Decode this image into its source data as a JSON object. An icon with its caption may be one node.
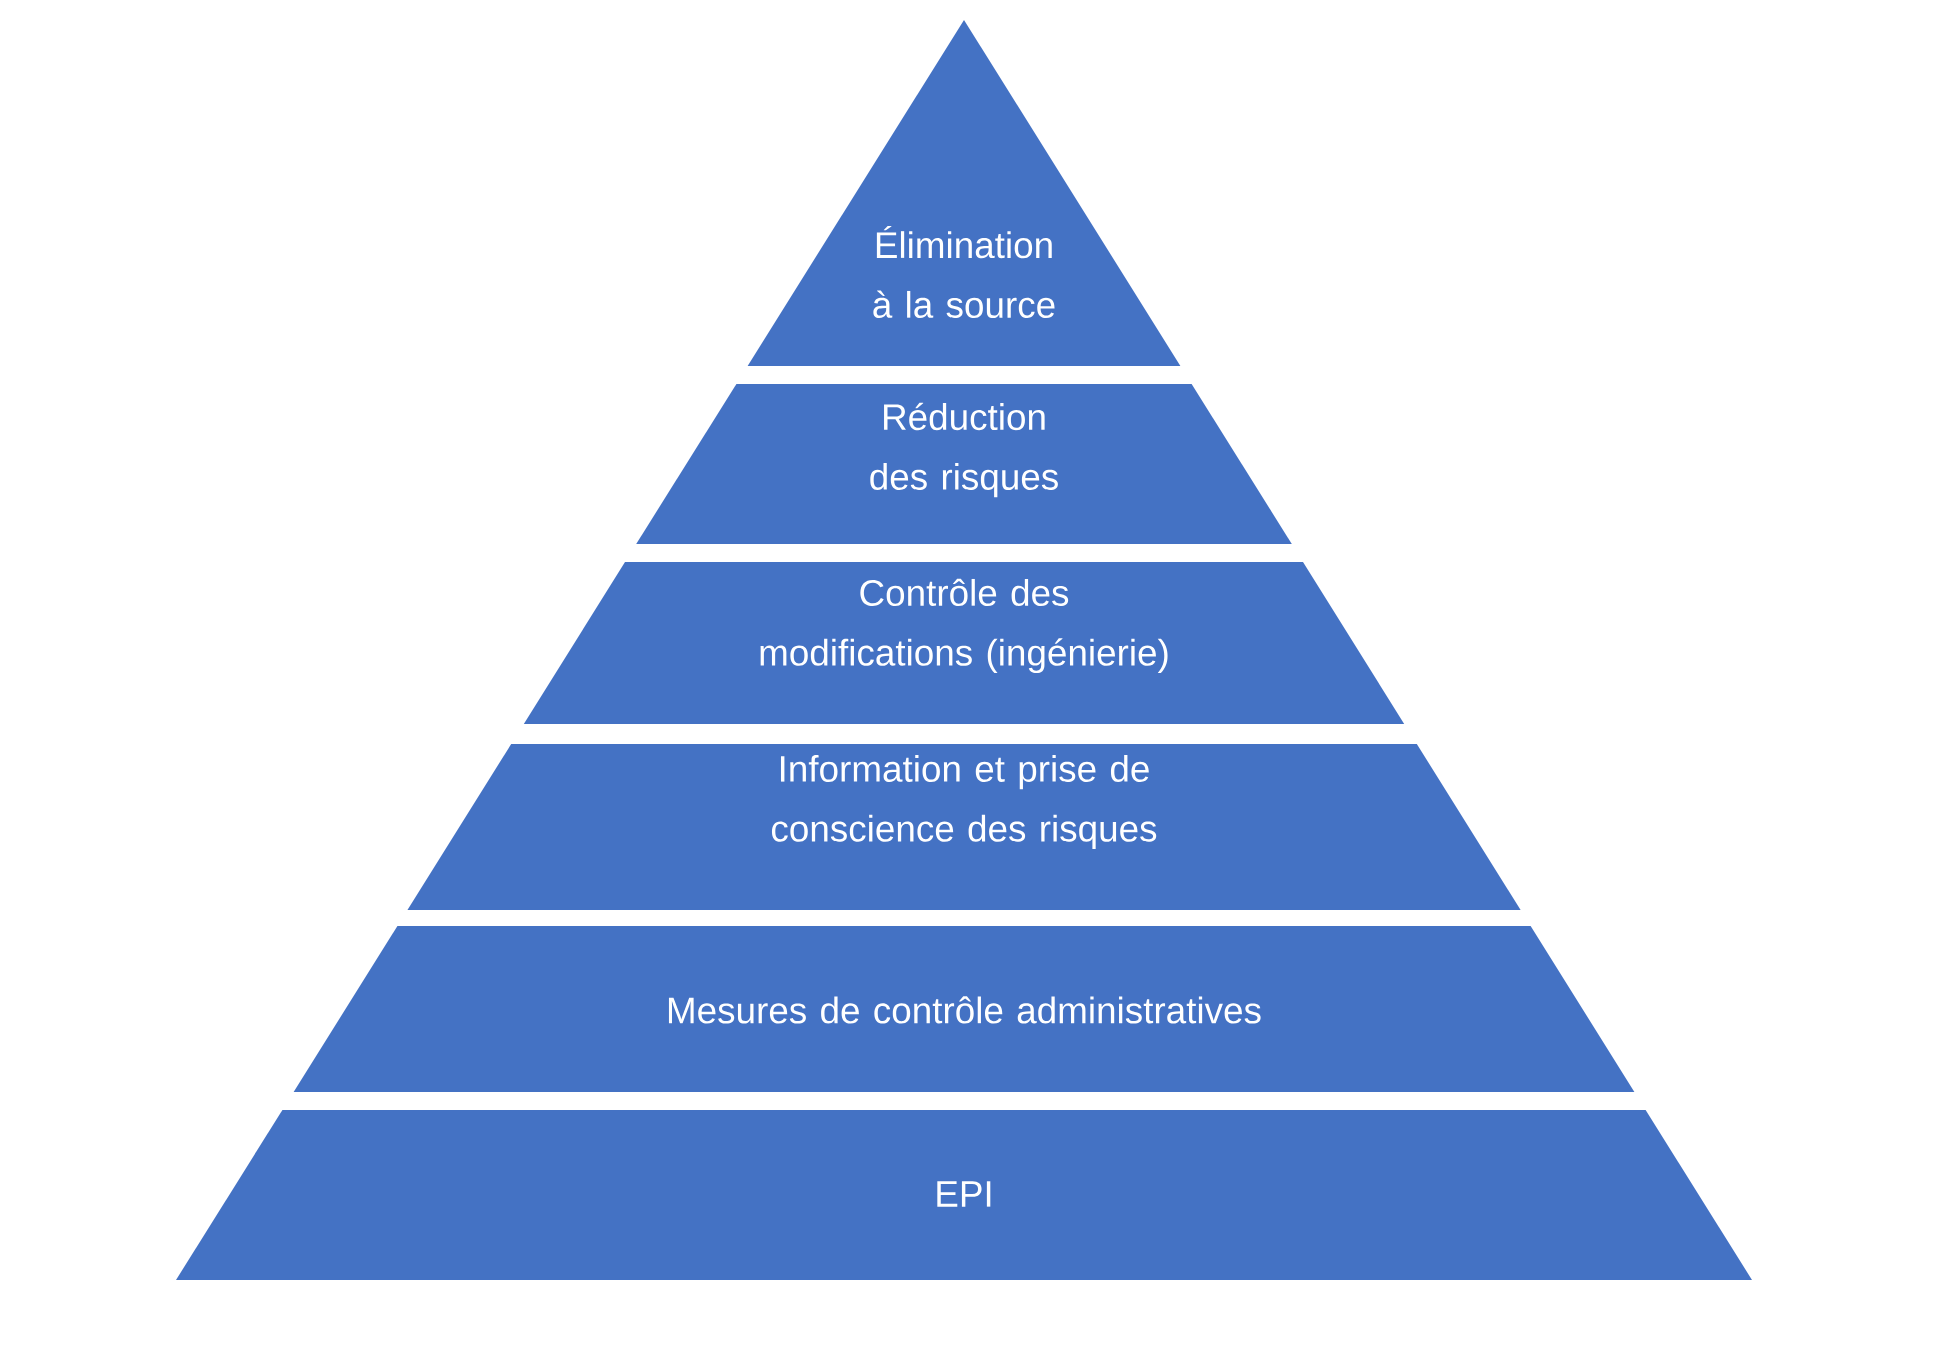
{
  "diagram": {
    "nodes": [
      {
        "text": [
          "Élimination à la source"
        ]
      },
      {
        "text": [
          "Réduction des risques"
        ]
      },
      {
        "text": [
          "Contrôle des modifications (ingénierie)"
        ]
      },
      {
        "text": [
          "Information et prise de conscience des risques"
        ]
      },
      {
        "text": [
          "Mesures de contrôle administratives"
        ]
      },
      {
        "text": [
          "EPI"
        ]
      }
    ]
  }
}
